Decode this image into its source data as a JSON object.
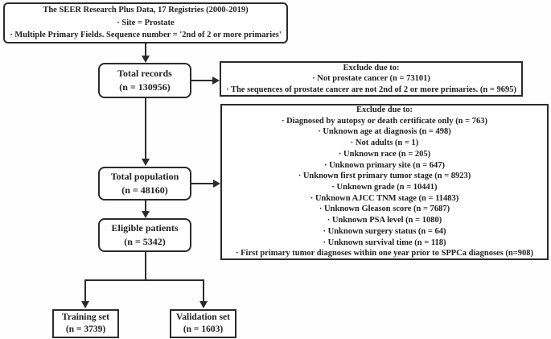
{
  "figure_title": "SEER prostate cancer patient selection flowchart",
  "colors": {
    "ink": "#222222",
    "line": "#2b2b2b",
    "background": "#fefefe"
  },
  "source_box": {
    "line1": "The SEER Research Plus Data, 17 Registries (2000-2019)",
    "line2": "· Site = Prostate",
    "line3": "· Multiple Primary Fields. Sequence number = '2nd of 2 or more  primaries'"
  },
  "nodes": {
    "total_records": {
      "label": "Total records",
      "count": "(n = 130956)"
    },
    "total_population": {
      "label": "Total population",
      "count": "(n = 48160)"
    },
    "eligible_patients": {
      "label": "Eligible patients",
      "count": "(n = 5342)"
    },
    "training_set": {
      "label": "Training set",
      "count": "(n =  3739)"
    },
    "validation_set": {
      "label": "Validation set",
      "count": "(n =  1603)"
    }
  },
  "exclude1": {
    "title": "Exclude due to:",
    "items": [
      "· Not prostate cancer (n = 73101)",
      "· The sequences of prostate cancer are not 2nd of 2 or more primaries. (n = 9695)"
    ]
  },
  "exclude2": {
    "title": "Exclude due to:",
    "items": [
      "· Diagnosed by autopsy or death certificate only (n = 763)",
      "· Unknown age at diagnosis (n = 498)",
      "· Not adults (n = 1)",
      "· Unknown race (n = 205)",
      "· Unknown primary site (n = 647)",
      "· Unknown first primary tumor stage (n = 8923)",
      "· Unknown grade (n = 10441)",
      "· Unknown AJCC TNM stage (n = 11483)",
      "· Unknown Gleason score (n = 7687)",
      "· Unknown PSA level (n = 1080)",
      "· Unknown surgery status (n = 64)",
      "· Unknown survival time (n = 118)",
      "· First primary tumor diagnoses within one year prior to SPPCa diagnoses (n=908)"
    ]
  }
}
